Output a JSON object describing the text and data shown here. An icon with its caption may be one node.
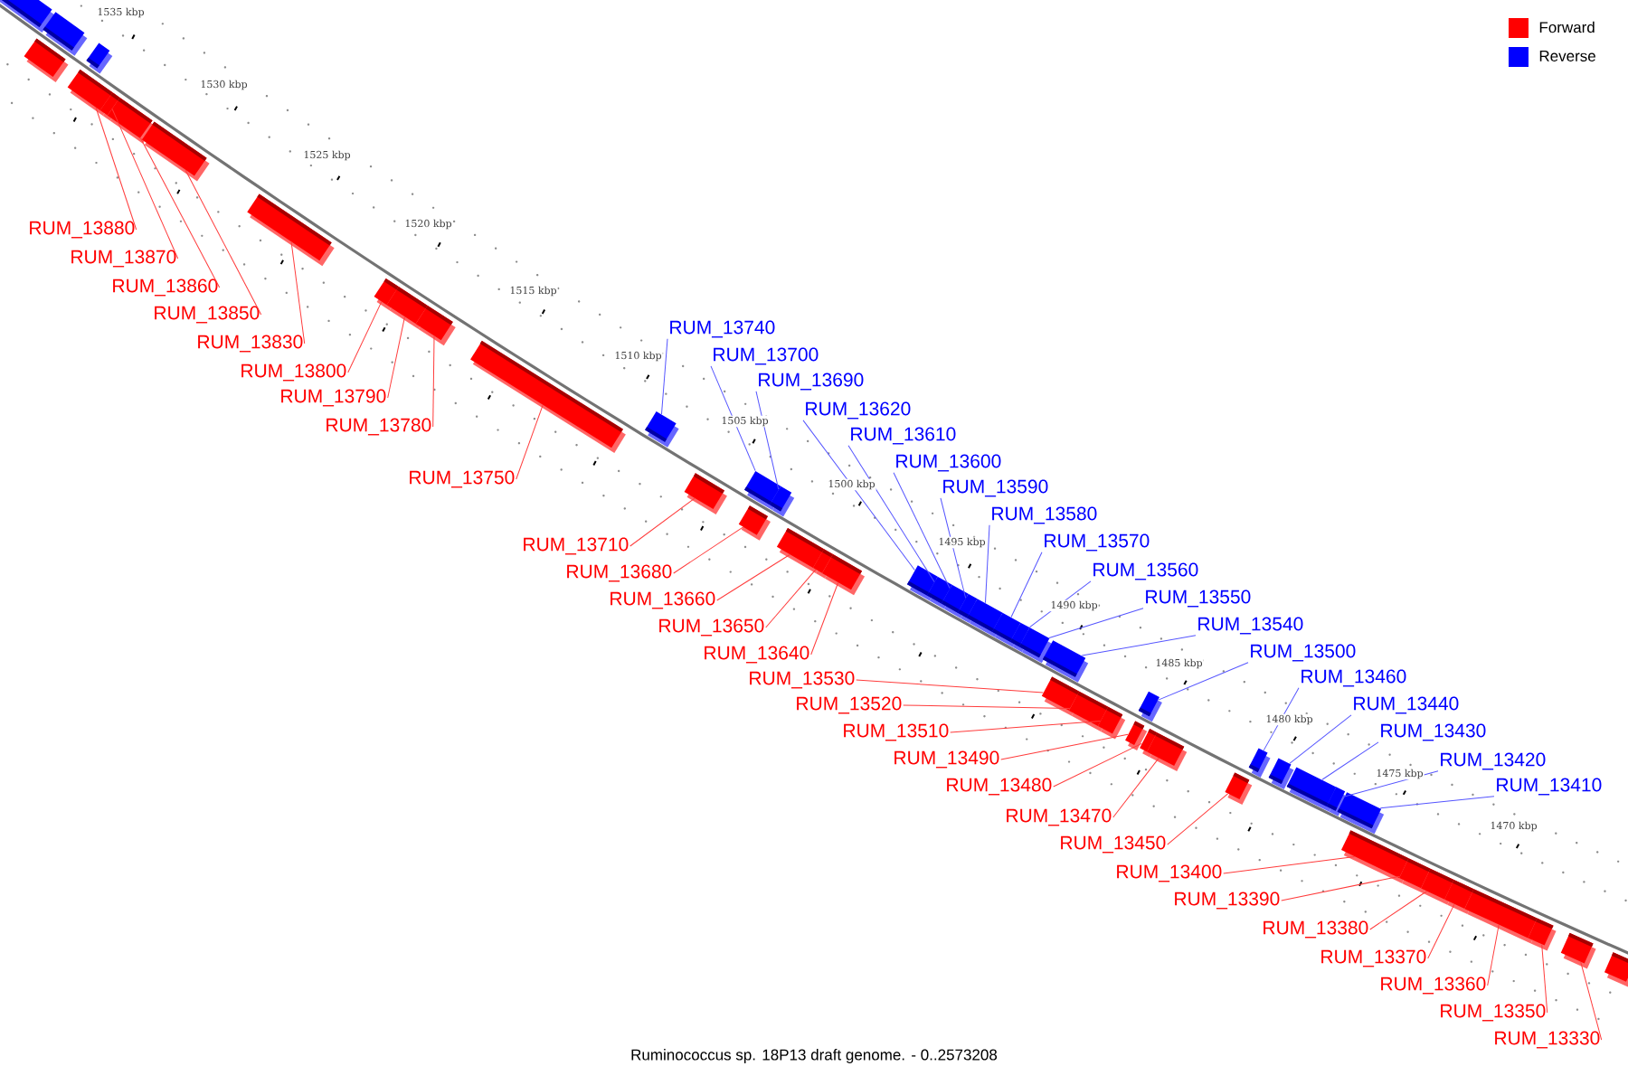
{
  "diagram": {
    "caption": "Ruminococcus sp. 18P13 draft genome. - 0..2573208",
    "nodes": [
      {
        "text": [
          "RUM_13880"
        ]
      },
      {
        "text": [
          "RUM_13870"
        ]
      },
      {
        "text": [
          "RUM_13860"
        ]
      },
      {
        "text": [
          "RUM_13850"
        ]
      },
      {
        "text": [
          "RUM_13830"
        ]
      },
      {
        "text": [
          "RUM_13800"
        ]
      },
      {
        "text": [
          "RUM_13790"
        ]
      },
      {
        "text": [
          "RUM_13780"
        ]
      },
      {
        "text": [
          "RUM_13750"
        ]
      },
      {
        "text": [
          "RUM_13740"
        ]
      },
      {
        "text": [
          "RUM_13700"
        ]
      },
      {
        "text": [
          "RUM_13690"
        ]
      },
      {
        "text": [
          "RUM_13620"
        ]
      },
      {
        "text": [
          "RUM_13610"
        ]
      },
      {
        "text": [
          "RUM_13600"
        ]
      },
      {
        "text": [
          "RUM_13590"
        ]
      },
      {
        "text": [
          "RUM_13580"
        ]
      },
      {
        "text": [
          "RUM_13570"
        ]
      },
      {
        "text": [
          "RUM_13560"
        ]
      },
      {
        "text": [
          "RUM_13550"
        ]
      },
      {
        "text": [
          "RUM_13540"
        ]
      },
      {
        "text": [
          "RUM_13500"
        ]
      },
      {
        "text": [
          "RUM_13460"
        ]
      },
      {
        "text": [
          "RUM_13440"
        ]
      },
      {
        "text": [
          "RUM_13430"
        ]
      },
      {
        "text": [
          "RUM_13420"
        ]
      },
      {
        "text": [
          "RUM_13410"
        ]
      },
      {
        "text": [
          "RUM_13710"
        ]
      },
      {
        "text": [
          "RUM_13680"
        ]
      },
      {
        "text": [
          "RUM_13660"
        ]
      },
      {
        "text": [
          "RUM_13650"
        ]
      },
      {
        "text": [
          "RUM_13640"
        ]
      },
      {
        "text": [
          "RUM_13530"
        ]
      },
      {
        "text": [
          "RUM_13520"
        ]
      },
      {
        "text": [
          "RUM_13510"
        ]
      },
      {
        "text": [
          "RUM_13490"
        ]
      },
      {
        "text": [
          "RUM_13480"
        ]
      },
      {
        "text": [
          "RUM_13470"
        ]
      },
      {
        "text": [
          "RUM_13450"
        ]
      },
      {
        "text": [
          "RUM_13400"
        ]
      },
      {
        "text": [
          "RUM_13390"
        ]
      },
      {
        "text": [
          "RUM_13380"
        ]
      },
      {
        "text": [
          "RUM_13370"
        ]
      },
      {
        "text": [
          "RUM_13360"
        ]
      },
      {
        "text": [
          "RUM_13350"
        ]
      },
      {
        "text": [
          "RUM_13330"
        ]
      },
      {
        "text": [],
        "shape": "bar"
      },
      {
        "text": [],
        "shape": "bar"
      },
      {
        "text": [],
        "shape": "bar"
      },
      {
        "text": [],
        "shape": "bar"
      },
      {
        "text": [],
        "shape": "bar"
      },
      {
        "text": [],
        "shape": "bar"
      },
      {
        "text": [],
        "shape": "bar"
      },
      {
        "text": [],
        "shape": "bar"
      },
      {
        "text": [],
        "shape": "bar"
      },
      {
        "text": [],
        "shape": "bar"
      },
      {
        "text": [],
        "shape": "bar"
      },
      {
        "text": [],
        "shape": "bar"
      },
      {
        "text": [],
        "shape": "bar"
      },
      {
        "text": [],
        "shape": "bar"
      },
      {
        "text": [],
        "shape": "bar"
      },
      {
        "text": [],
        "shape": "bar"
      },
      {
        "text": [],
        "shape": "bar"
      },
      {
        "text": [],
        "shape": "bar"
      },
      {
        "text": [],
        "shape": "bar"
      },
      {
        "text": [],
        "shape": "bar"
      },
      {
        "text": [],
        "shape": "bar"
      },
      {
        "text": [],
        "shape": "bar"
      },
      {
        "text": [],
        "shape": "bar"
      },
      {
        "text": [],
        "shape": "bar"
      },
      {
        "text": [],
        "shape": "bar"
      },
      {
        "text": [],
        "shape": "bar"
      },
      {
        "text": [],
        "shape": "bar"
      },
      {
        "text": [],
        "shape": "bar"
      },
      {
        "text": [],
        "shape": "bar"
      },
      {
        "text": [],
        "shape": "bar"
      },
      {
        "text": [],
        "shape": "bar"
      },
      {
        "text": [],
        "shape": "bar"
      },
      {
        "text": [],
        "shape": "bar"
      },
      {
        "text": [],
        "shape": "bar"
      },
      {
        "text": [],
        "shape": "bar"
      },
      {
        "text": [],
        "shape": "bar"
      },
      {
        "text": [],
        "shape": "bar"
      },
      {
        "text": [],
        "shape": "bar"
      },
      {
        "text": [],
        "shape": "bar"
      },
      {
        "text": [],
        "shape": "bar"
      },
      {
        "text": [],
        "shape": "bar"
      },
      {
        "text": [],
        "shape": "bar"
      },
      {
        "text": [],
        "shape": "bar"
      },
      {
        "text": [],
        "shape": "bar"
      },
      {
        "text": [],
        "shape": "bar"
      },
      {
        "text": [],
        "shape": "bar"
      },
      {
        "text": [],
        "shape": "bar"
      },
      {
        "text": [],
        "shape": "bar"
      },
      {
        "text": [],
        "shape": "bar"
      },
      {
        "text": [],
        "shape": "bar"
      },
      {
        "text": [],
        "shape": "bar"
      }
    ],
    "edges": [
      {
        "from": 0,
        "to": 50,
        "arrow": "none"
      },
      {
        "from": 1,
        "to": 51,
        "arrow": "none"
      },
      {
        "from": 2,
        "to": 52,
        "arrow": "none"
      },
      {
        "from": 3,
        "to": 53,
        "arrow": "none"
      },
      {
        "from": 4,
        "to": 54,
        "arrow": "none"
      },
      {
        "from": 5,
        "to": 55,
        "arrow": "none"
      },
      {
        "from": 6,
        "to": 56,
        "arrow": "none"
      },
      {
        "from": 7,
        "to": 57,
        "arrow": "none"
      },
      {
        "from": 8,
        "to": 58,
        "arrow": "none"
      },
      {
        "from": 9,
        "to": 59,
        "arrow": "none",
        "color": "#5555ff"
      },
      {
        "from": 10,
        "to": 61,
        "arrow": "none",
        "color": "#5555ff"
      },
      {
        "from": 11,
        "to": 63,
        "arrow": "none",
        "color": "#5555ff"
      },
      {
        "from": 12,
        "to": 67,
        "arrow": "none",
        "color": "#5555ff"
      },
      {
        "from": 13,
        "to": 68,
        "arrow": "none",
        "color": "#5555ff"
      },
      {
        "from": 14,
        "to": 69,
        "arrow": "none",
        "color": "#5555ff"
      },
      {
        "from": 15,
        "to": 70,
        "arrow": "none",
        "color": "#5555ff"
      },
      {
        "from": 16,
        "to": 71,
        "arrow": "none",
        "color": "#5555ff"
      },
      {
        "from": 17,
        "to": 72,
        "arrow": "none",
        "color": "#5555ff"
      },
      {
        "from": 18,
        "to": 73,
        "arrow": "none",
        "color": "#5555ff"
      },
      {
        "from": 19,
        "to": 74,
        "arrow": "none",
        "color": "#5555ff"
      },
      {
        "from": 20,
        "to": 75,
        "arrow": "none",
        "color": "#5555ff"
      },
      {
        "from": 21,
        "to": 79,
        "arrow": "none",
        "color": "#5555ff"
      },
      {
        "from": 22,
        "to": 84,
        "arrow": "none",
        "color": "#5555ff"
      },
      {
        "from": 23,
        "to": 85,
        "arrow": "none",
        "color": "#5555ff"
      },
      {
        "from": 24,
        "to": 86,
        "arrow": "none",
        "color": "#5555ff"
      },
      {
        "from": 25,
        "to": 87,
        "arrow": "none",
        "color": "#5555ff"
      },
      {
        "from": 26,
        "to": 88,
        "arrow": "none",
        "color": "#5555ff"
      },
      {
        "from": 27,
        "to": 60,
        "arrow": "none"
      },
      {
        "from": 28,
        "to": 62,
        "arrow": "none"
      },
      {
        "from": 29,
        "to": 64,
        "arrow": "none"
      },
      {
        "from": 30,
        "to": 65,
        "arrow": "none"
      },
      {
        "from": 31,
        "to": 66,
        "arrow": "none"
      },
      {
        "from": 32,
        "to": 76,
        "arrow": "none"
      },
      {
        "from": 33,
        "to": 77,
        "arrow": "none"
      },
      {
        "from": 34,
        "to": 78,
        "arrow": "none"
      },
      {
        "from": 35,
        "to": 80,
        "arrow": "none"
      },
      {
        "from": 36,
        "to": 81,
        "arrow": "none"
      },
      {
        "from": 37,
        "to": 82,
        "arrow": "none"
      },
      {
        "from": 38,
        "to": 83,
        "arrow": "none"
      },
      {
        "from": 39,
        "to": 89,
        "arrow": "none"
      },
      {
        "from": 40,
        "to": 90,
        "arrow": "none"
      },
      {
        "from": 41,
        "to": 91,
        "arrow": "none"
      },
      {
        "from": 42,
        "to": 92,
        "arrow": "none"
      },
      {
        "from": 43,
        "to": 93,
        "arrow": "none"
      },
      {
        "from": 44,
        "to": 94,
        "arrow": "none"
      },
      {
        "from": 45,
        "to": 95,
        "arrow": "none"
      }
    ],
    "labels": [
      "1535 kbp",
      "1530 kbp",
      "1525 kbp",
      "1520 kbp",
      "1515 kbp",
      "1510 kbp",
      "1505 kbp",
      "1500 kbp",
      "1495 kbp",
      "1490 kbp",
      "1485 kbp",
      "1480 kbp",
      "1475 kbp",
      "1470 kbp"
    ],
    "legend": [
      {
        "text": "Forward",
        "color": "#ff0000"
      },
      {
        "text": "Reverse",
        "color": "#0000ff"
      }
    ]
  }
}
